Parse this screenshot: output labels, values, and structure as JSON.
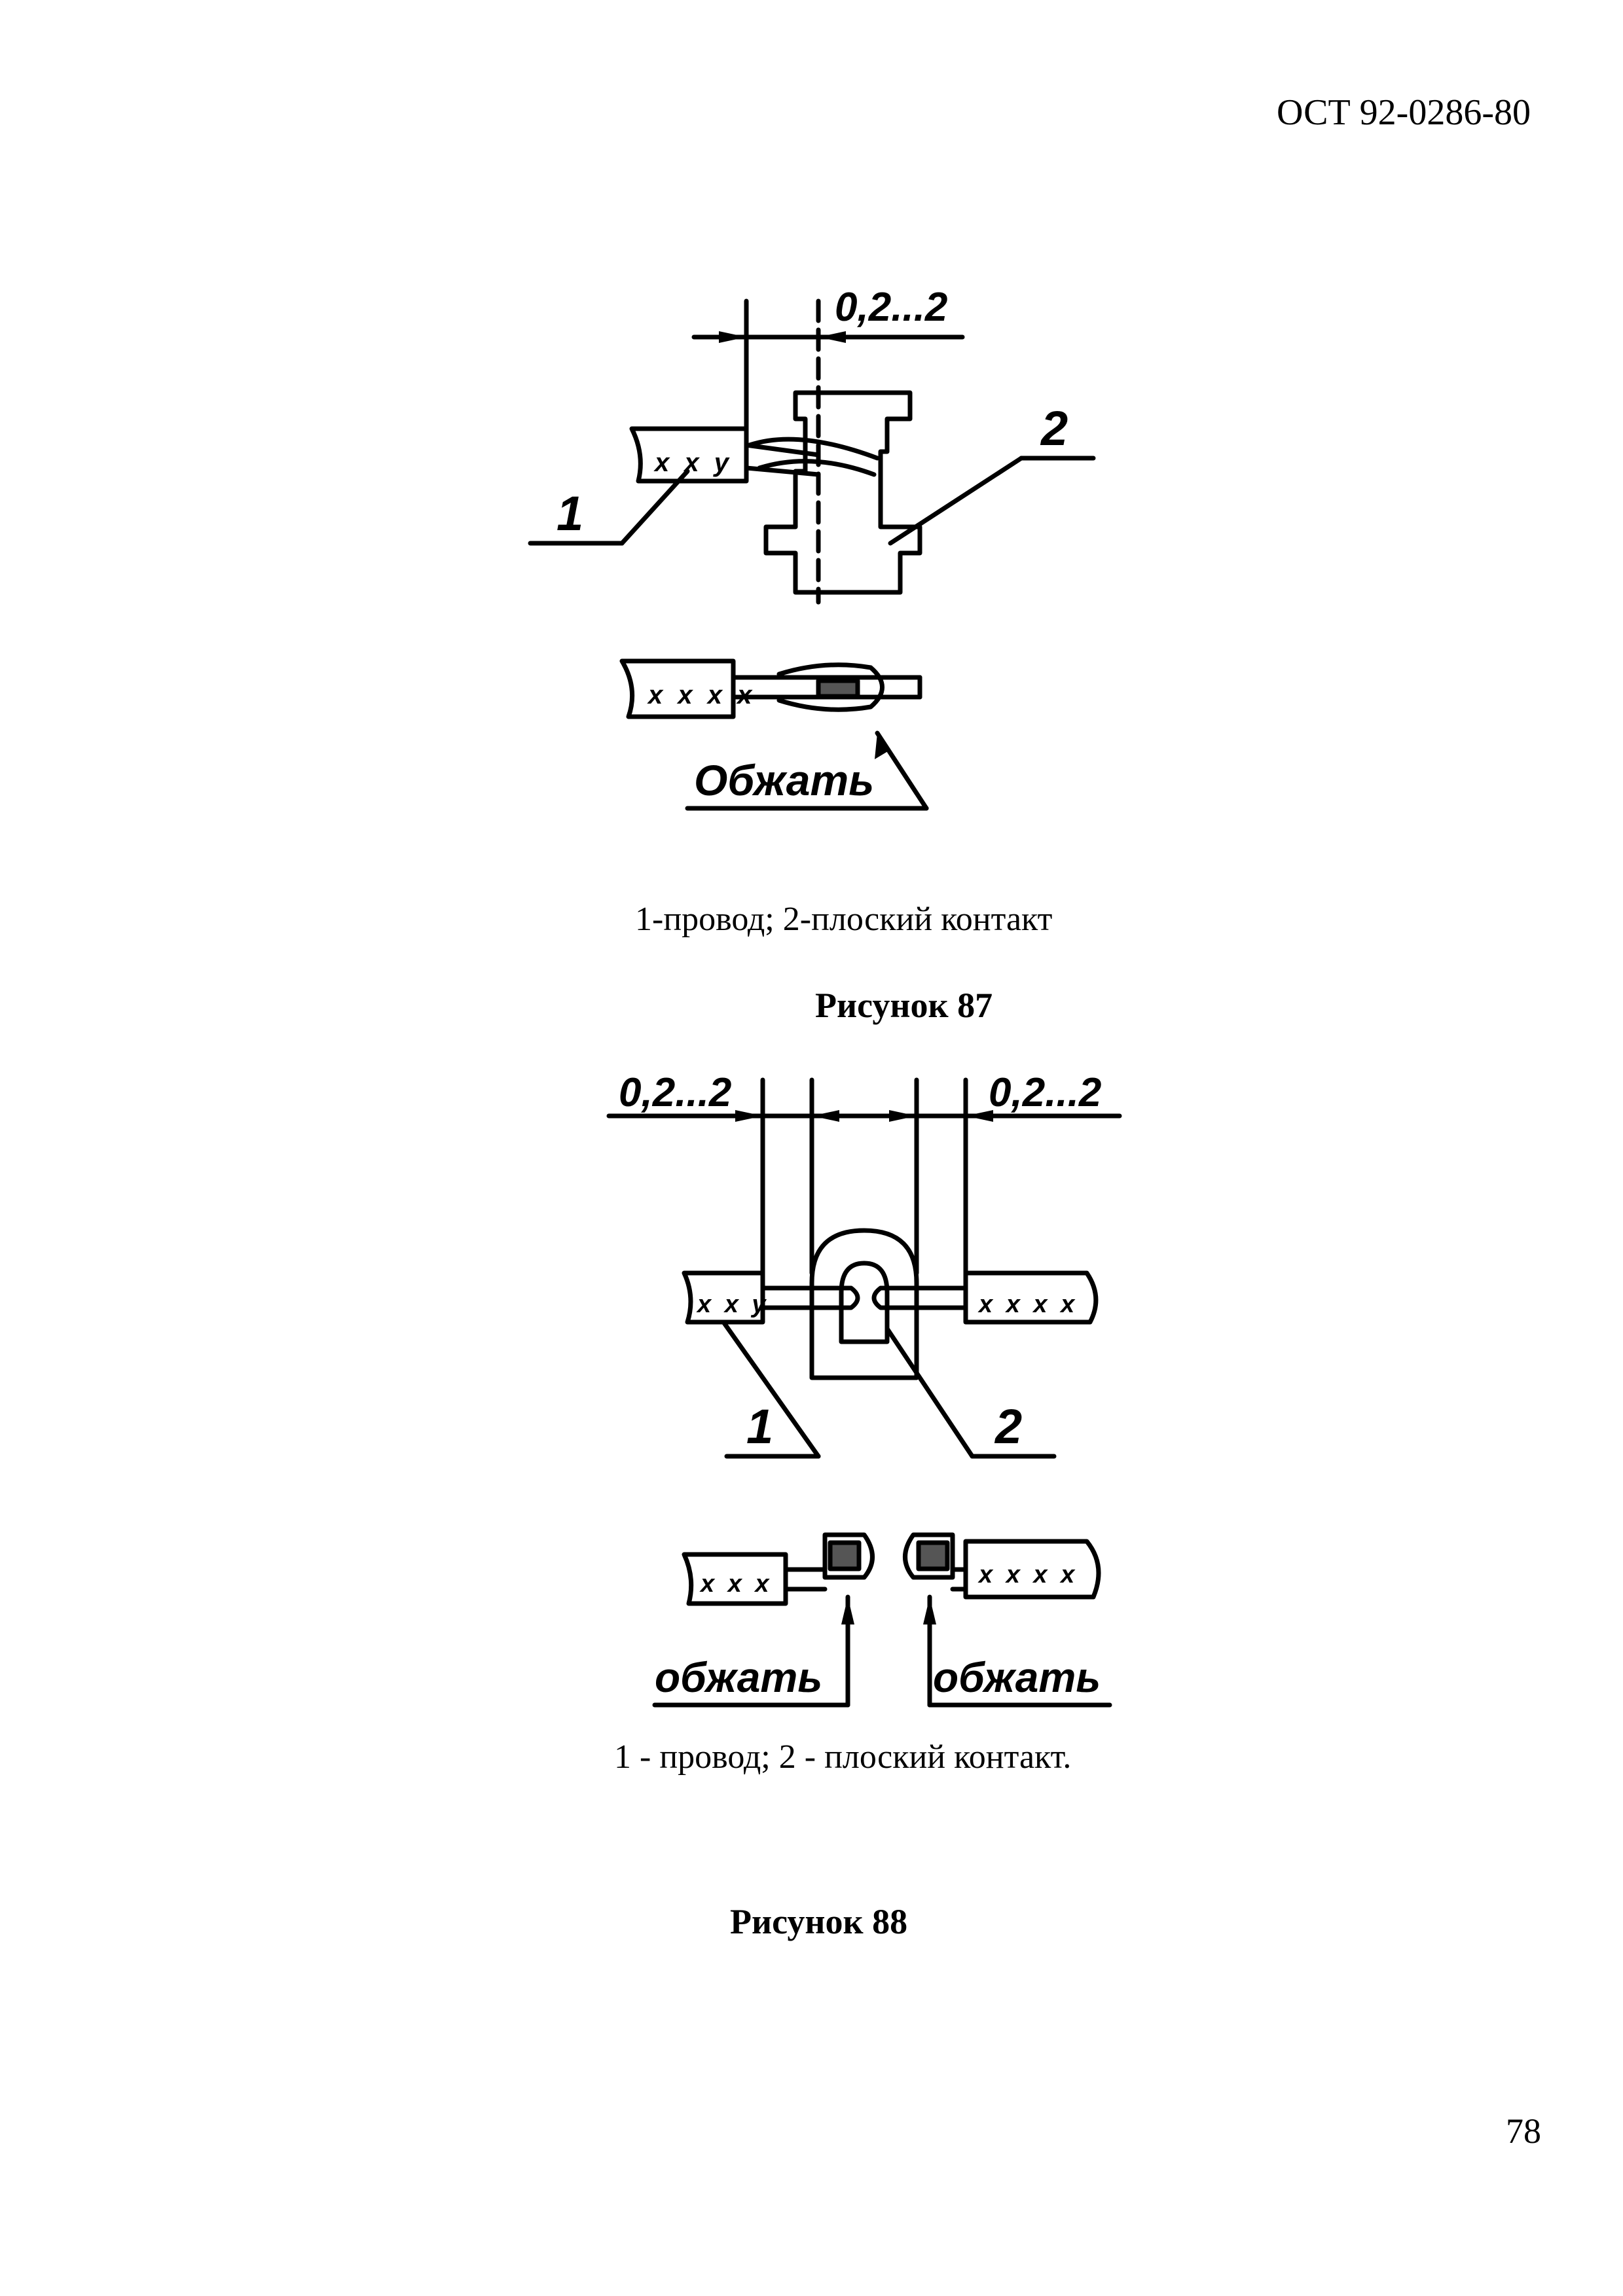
{
  "header": {
    "document_code": "ОСТ 92-0286-80"
  },
  "figure87": {
    "dimension": "0,2...2",
    "callout_1": "1",
    "callout_2": "2",
    "marking": "х х у",
    "marking_crimp": "х х х х",
    "crimp_label": "Обжать",
    "caption": "1-провод; 2-плоский контакт",
    "title": "Рисунок 87"
  },
  "figure88": {
    "dimension_left": "0,2...2",
    "dimension_right": "0,2...2",
    "callout_1": "1",
    "callout_2": "2",
    "marking_left": "х х у",
    "marking_right": "х х х х",
    "marking_left_crimp": "х х х",
    "marking_right_crimp": "х х х х",
    "crimp_label_left": "обжать",
    "crimp_label_right": "обжать",
    "caption": "1 - провод; 2 - плоский контакт.",
    "title": "Рисунок 88"
  },
  "footer": {
    "page_number": "78"
  }
}
